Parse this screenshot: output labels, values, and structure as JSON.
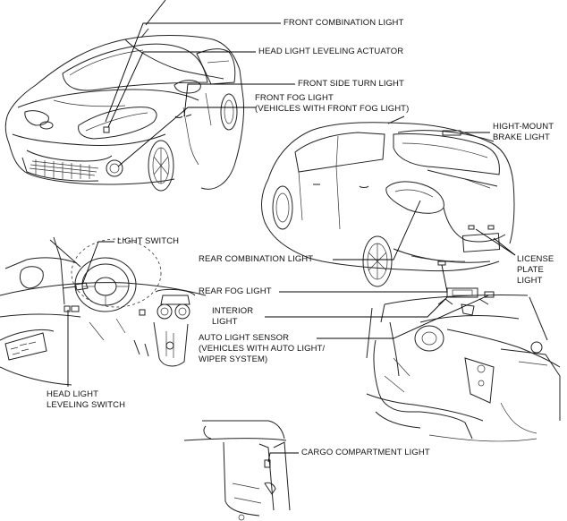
{
  "labels": {
    "front_combination_light": "FRONT COMBINATION LIGHT",
    "head_light_leveling_actuator": "HEAD LIGHT LEVELING ACTUATOR",
    "front_side_turn_light": "FRONT SIDE TURN LIGHT",
    "front_fog_light": "FRONT FOG LIGHT",
    "front_fog_light_note": "(VEHICLES WITH FRONT FOG LIGHT)",
    "high_mount_brake_light_1": "HIGHT-MOUNT",
    "high_mount_brake_light_2": "BRAKE LIGHT",
    "light_switch": "LIGHT SWITCH",
    "rear_combination_light": "REAR COMBINATION LIGHT",
    "license_plate_light_1": "LICENSE",
    "license_plate_light_2": "PLATE",
    "license_plate_light_3": "LIGHT",
    "rear_fog_light": "REAR FOG LIGHT",
    "interior_light_1": "INTERIOR",
    "interior_light_2": "LIGHT",
    "auto_light_sensor_1": "AUTO LIGHT SENSOR",
    "auto_light_sensor_2": "(VEHICLES WITH AUTO LIGHT/",
    "auto_light_sensor_3": "WIPER SYSTEM)",
    "head_light_leveling_switch_1": "HEAD LIGHT",
    "head_light_leveling_switch_2": "LEVELING SWITCH",
    "cargo_compartment_light": "CARGO COMPARTMENT LIGHT"
  }
}
